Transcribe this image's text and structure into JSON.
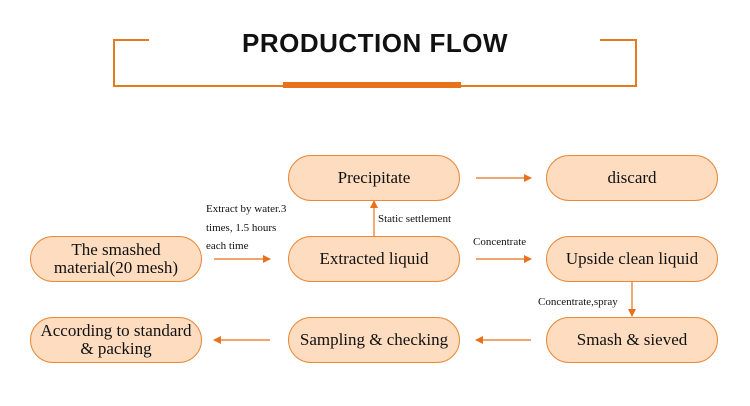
{
  "title": "PRODUCTION FLOW",
  "colors": {
    "accent": "#e8711c",
    "node_fill": "#fddcc0",
    "node_border": "#e8893a"
  },
  "nodes": {
    "smashed_material": "The smashed material(20 mesh)",
    "extracted_liquid": "Extracted liquid",
    "precipitate": "Precipitate",
    "discard": "discard",
    "upside_clean_liquid": "Upside clean liquid",
    "smash_sieved": "Smash & sieved",
    "sampling_checking": "Sampling & checking",
    "according_packing": "According to standard & packing"
  },
  "edge_labels": {
    "extract_line1": "Extract by water.3",
    "extract_line2": "times, 1.5 hours",
    "extract_line3": "each time",
    "static_settlement": "Static settlement",
    "concentrate": "Concentrate",
    "concentrate_spray": "Concentrate,spray"
  }
}
